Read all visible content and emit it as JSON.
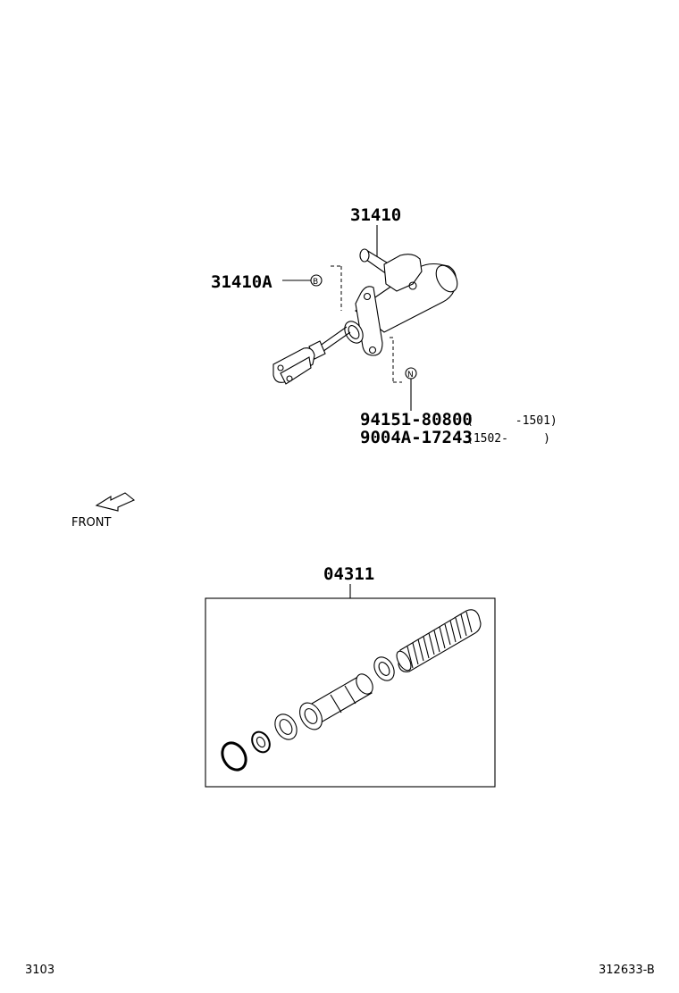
{
  "labels": {
    "master_cylinder": "31410",
    "master_cylinder_sub": "31410A",
    "nut_a": "94151-80800",
    "nut_a_range": "(      -1501)",
    "nut_b": "9004A-17243",
    "nut_b_range": "(1502-     )",
    "repair_kit": "04311",
    "front": "FRONT",
    "marker_b": "B",
    "marker_n": "N"
  },
  "footer": {
    "left_code": "3103",
    "right_code": "312633-B"
  }
}
